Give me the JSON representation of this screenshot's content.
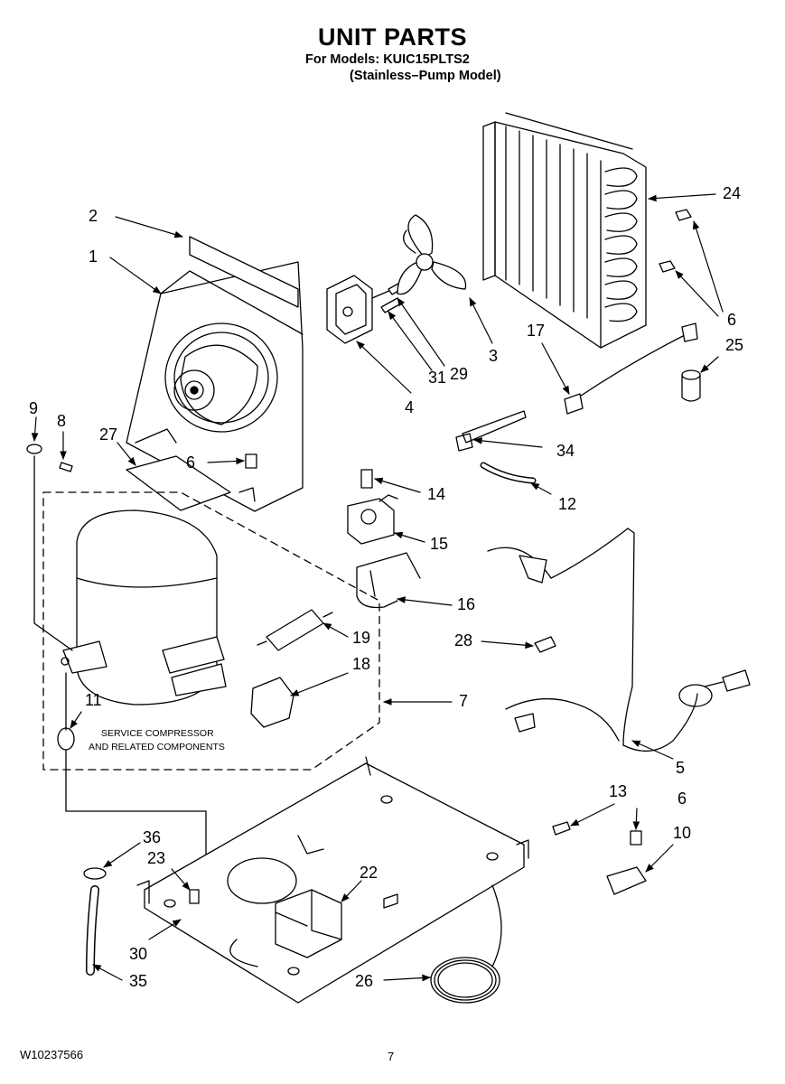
{
  "header": {
    "title": "UNIT PARTS",
    "models_line": "For Models: KUIC15PLTS2",
    "model_desc": "(Stainless–Pump Model)"
  },
  "footer": {
    "doc_number": "W10237566",
    "page_number": "7"
  },
  "service_note": {
    "line1": "SERVICE COMPRESSOR",
    "line2": "AND RELATED COMPONENTS"
  },
  "callouts": [
    {
      "id": "c1",
      "label": "1"
    },
    {
      "id": "c2",
      "label": "2"
    },
    {
      "id": "c3",
      "label": "3"
    },
    {
      "id": "c4",
      "label": "4"
    },
    {
      "id": "c5",
      "label": "5"
    },
    {
      "id": "c6a",
      "label": "6"
    },
    {
      "id": "c6b",
      "label": "6"
    },
    {
      "id": "c6c",
      "label": "6"
    },
    {
      "id": "c7",
      "label": "7"
    },
    {
      "id": "c8",
      "label": "8"
    },
    {
      "id": "c9",
      "label": "9"
    },
    {
      "id": "c10",
      "label": "10"
    },
    {
      "id": "c11",
      "label": "11"
    },
    {
      "id": "c12",
      "label": "12"
    },
    {
      "id": "c13",
      "label": "13"
    },
    {
      "id": "c14",
      "label": "14"
    },
    {
      "id": "c15",
      "label": "15"
    },
    {
      "id": "c16",
      "label": "16"
    },
    {
      "id": "c17",
      "label": "17"
    },
    {
      "id": "c18",
      "label": "18"
    },
    {
      "id": "c19",
      "label": "19"
    },
    {
      "id": "c22",
      "label": "22"
    },
    {
      "id": "c23",
      "label": "23"
    },
    {
      "id": "c24",
      "label": "24"
    },
    {
      "id": "c25",
      "label": "25"
    },
    {
      "id": "c26",
      "label": "26"
    },
    {
      "id": "c27",
      "label": "27"
    },
    {
      "id": "c28",
      "label": "28"
    },
    {
      "id": "c29",
      "label": "29"
    },
    {
      "id": "c30",
      "label": "30"
    },
    {
      "id": "c31",
      "label": "31"
    },
    {
      "id": "c34",
      "label": "34"
    },
    {
      "id": "c35",
      "label": "35"
    },
    {
      "id": "c36",
      "label": "36"
    }
  ]
}
